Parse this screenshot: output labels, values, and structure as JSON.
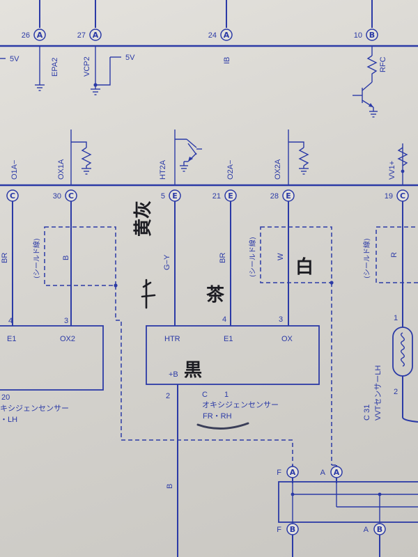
{
  "top_terminals": [
    {
      "num": "26",
      "letter": "A",
      "signal": "EPA2"
    },
    {
      "num": "27",
      "letter": "A",
      "signal": "VCP2"
    },
    {
      "num": "24",
      "letter": "A",
      "signal": "IB"
    },
    {
      "num": "10",
      "letter": "B",
      "signal": "RFC"
    }
  ],
  "voltage_labels": [
    "5V",
    "5V"
  ],
  "mid_signals": [
    "O1A−",
    "OX1A",
    "HT2A",
    "O2A−",
    "OX2A",
    "VV1+"
  ],
  "mid_terminals": [
    {
      "num": "30",
      "letter": "C"
    },
    {
      "num": "5",
      "letter": "E"
    },
    {
      "num": "21",
      "letter": "E"
    },
    {
      "num": "28",
      "letter": "E"
    },
    {
      "num": "19",
      "letter": "C"
    }
  ],
  "left_edge_terminal": {
    "letter": "C"
  },
  "shield_label": "(シールド線)",
  "wire_colors": {
    "br_left": "BR",
    "b_left": "B",
    "gy": "G−Y",
    "br_mid": "BR",
    "w": "W",
    "r": "R",
    "b_bottom": "B"
  },
  "left_sensor": {
    "pin_e1": "4",
    "pin_ox2": "3",
    "label_e1": "E1",
    "label_ox2": "OX2",
    "code": "20",
    "name": "キシジェンセンサー",
    "side": "・LH"
  },
  "main_sensor": {
    "pins_top": [
      "4",
      "3"
    ],
    "labels": {
      "htr": "HTR",
      "e1": "E1",
      "ox": "OX",
      "b": "+B"
    },
    "pin_b": "2",
    "code_c": "C",
    "code_1": "1",
    "name": "オキシジェンセンサー",
    "side": "FR・RH"
  },
  "vvt_sensor": {
    "pin_1": "1",
    "pin_2": "2",
    "code": "C 31",
    "name": "VVTセンサーLH"
  },
  "bottom_terminals": [
    {
      "prefix": "F",
      "letter": "A"
    },
    {
      "prefix": "A",
      "letter": "A"
    },
    {
      "prefix": "F",
      "letter": "B"
    },
    {
      "prefix": "A",
      "letter": "B"
    }
  ],
  "handwritten": {
    "gy_note": "黄灰",
    "br_note": "茶",
    "w_note": "白",
    "b_note": "黒"
  },
  "colors": {
    "ink": "#2b3aa6",
    "paper": "#e4e2dd",
    "pen": "#1c1c22"
  }
}
